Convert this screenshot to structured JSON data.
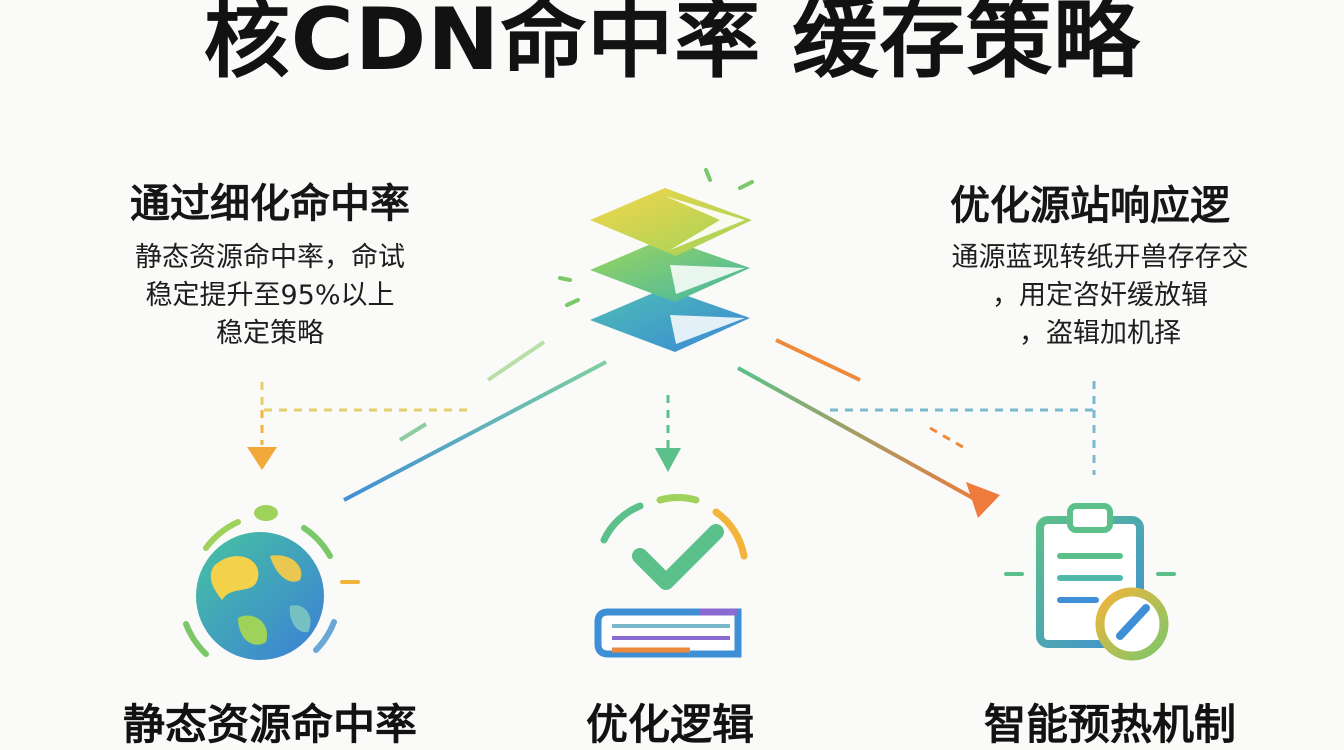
{
  "title": "核CDN命中率 缓存策略",
  "left_block": {
    "heading": "通过细化命中率",
    "lines": [
      "静态资源命中率，命试",
      "稳定提升至95%以上",
      "稳定策略"
    ]
  },
  "right_block": {
    "heading": "优化源站响应逻",
    "lines": [
      "通源蓝现转纸开兽存存交",
      "，用定咨奸缓放辑",
      "，盗辑加机择"
    ]
  },
  "bottom_labels": {
    "left": "静态资源命中率",
    "center": "优化逻辑",
    "right": "智能预热机制"
  },
  "colors": {
    "yellow": "#f2d34a",
    "green": "#5cc08a",
    "blue": "#3f8fd6",
    "orange": "#ee8a3c",
    "purple": "#8a6bd1"
  },
  "icons": {
    "center": "stacked-layers-icon",
    "left": "globe-icon",
    "middle": "check-book-icon",
    "right": "clipboard-gauge-icon"
  }
}
